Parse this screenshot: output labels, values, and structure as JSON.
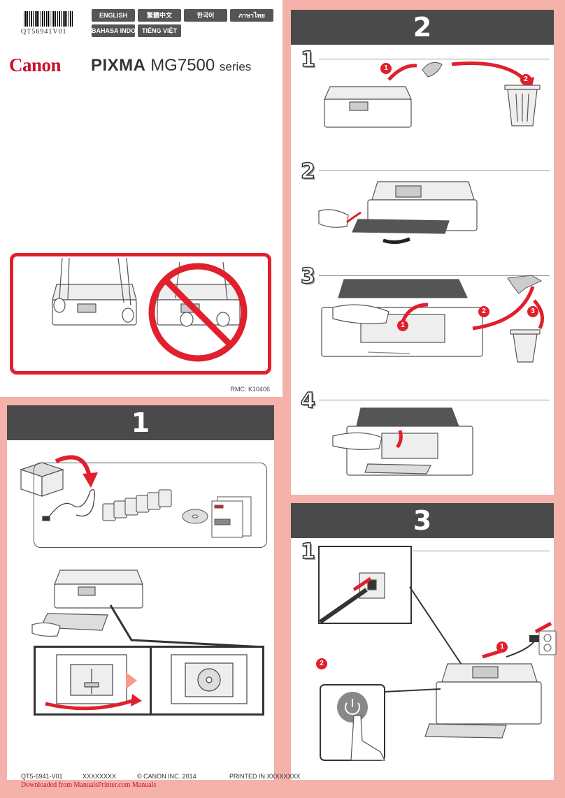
{
  "cover": {
    "barcode_text": "QT56941V01",
    "languages": [
      "ENGLISH",
      "繁體中文",
      "한국어",
      "ภาษาไทย",
      "BAHASA INDONESIA",
      "TIẾNG VIỆT"
    ],
    "brand": "Canon",
    "product_main": "PIXMA",
    "product_model": "MG7500",
    "product_series": "series",
    "rmc": "RMC: K10406"
  },
  "sections": {
    "s1": {
      "title": "1"
    },
    "s2": {
      "title": "2",
      "steps": [
        "1",
        "2",
        "3",
        "4"
      ]
    },
    "s3": {
      "title": "3",
      "steps": [
        "1"
      ]
    }
  },
  "badges": {
    "one": "1",
    "two": "2",
    "three": "3"
  },
  "footer": {
    "code": "QT5-6941-V01",
    "placeholder": "XXXXXXXX",
    "copyright": "© CANON INC. 2014",
    "printed": "PRINTED IN XXXXXXXX",
    "download": "Downloaded from ManualsPrinter.com Manuals"
  },
  "colors": {
    "accent": "#e0202c",
    "header": "#4a4a4a",
    "background": "#f4b2aa"
  }
}
